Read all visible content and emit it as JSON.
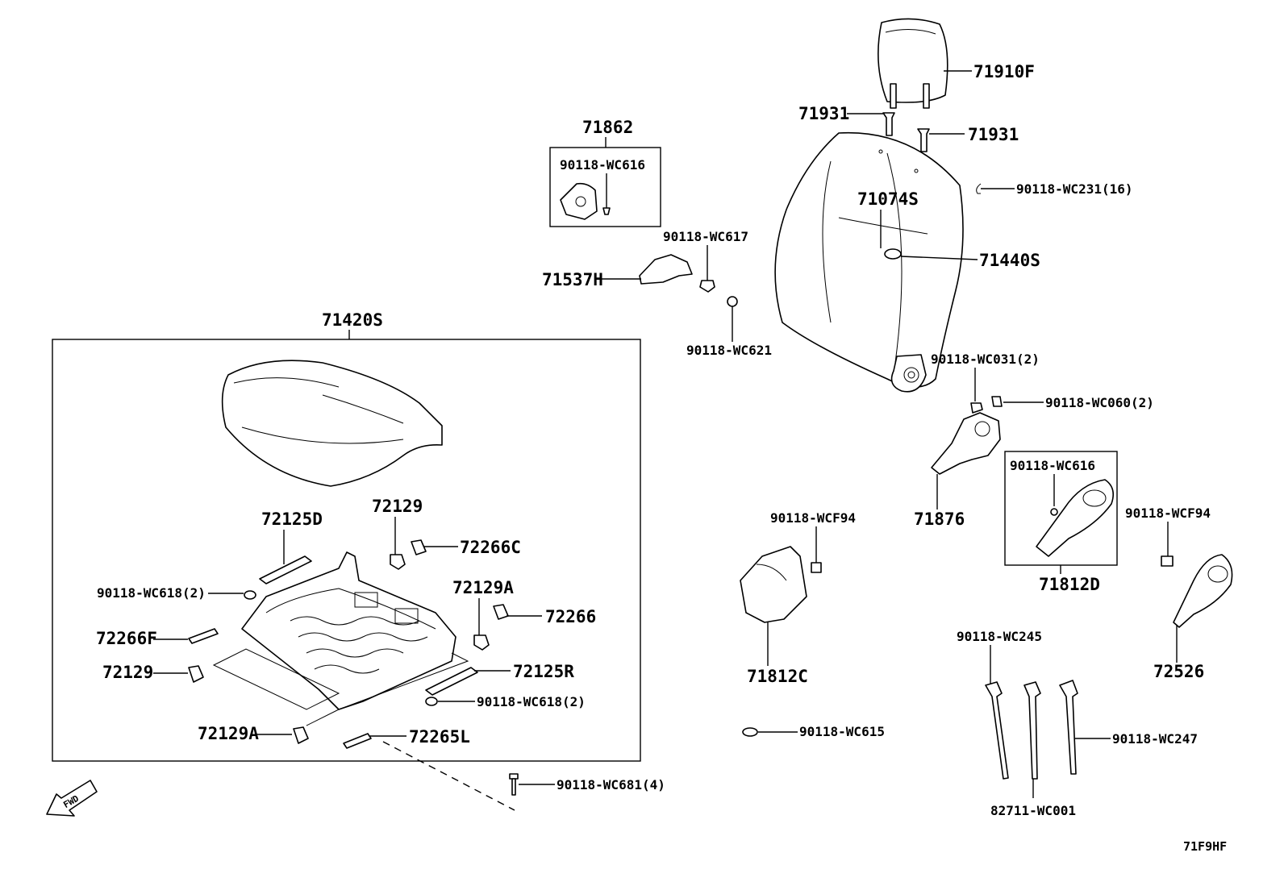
{
  "diagram_code": "71F9HF",
  "fwd_label": "FWD",
  "labels": {
    "headrest": "71910F",
    "headrest_guide_left": "71931",
    "headrest_guide_right": "71931",
    "hog_ring": "90118-WC231(16)",
    "back_cover": "71074S",
    "back_assy": "71440S",
    "shield_assy": "71862",
    "shield_screw": "90118-WC616",
    "bracket_nut": "90118-WC617",
    "bracket": "71537H",
    "bracket_nut2": "90118-WC621",
    "cushion_assy": "71420S",
    "recliner_bolt": "90118-WC031(2)",
    "recliner_screw": "90118-WC060(2)",
    "recliner_cover": "71876",
    "lever_screw_box": "90118-WC616",
    "lever_cover_box": "71812D",
    "lever_screw_right": "90118-WCF94",
    "lever": "72526",
    "side_cover_screw": "90118-WCF94",
    "side_cover": "71812C",
    "clip_wc615": "90118-WC615",
    "tie_wc245": "90118-WC245",
    "tie_wc247": "90118-WC247",
    "tie_wc001": "82711-WC001",
    "rail_cover_d": "72125D",
    "stop_72129": "72129",
    "clip_72266c": "72266C",
    "screw_wc618_left": "90118-WC618(2)",
    "stop_72129a": "72129A",
    "clip_72266": "72266",
    "clip_72266f": "72266F",
    "stop_72129_left": "72129",
    "rail_cover_r": "72125R",
    "screw_wc618_right": "90118-WC618(2)",
    "stop_72129a_bottom": "72129A",
    "cover_72265l": "72265L",
    "bolt_wc681": "90118-WC681(4)"
  }
}
